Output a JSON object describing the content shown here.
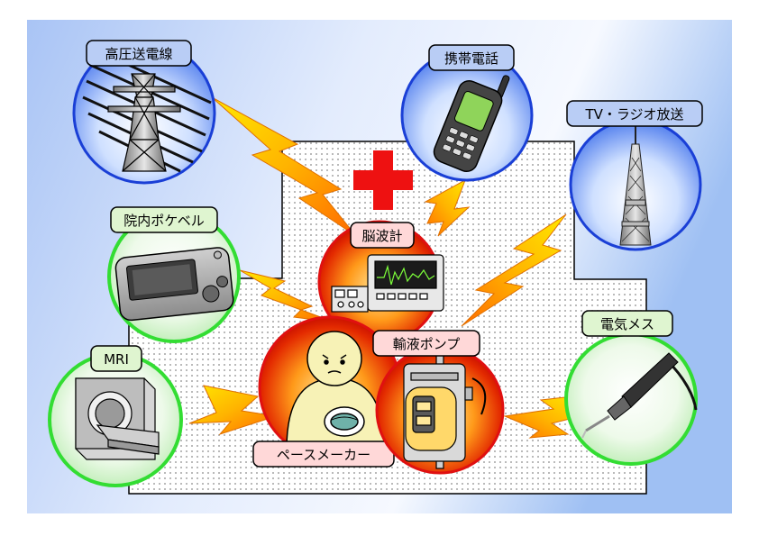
{
  "labels": {
    "power_lines": "高圧送電線",
    "mobile_phone": "携帯電話",
    "tv_radio": "TV・ラジオ放送",
    "pager": "院内ポケベル",
    "eeg": "脳波計",
    "infusion_pump": "輸液ポンプ",
    "electrocautery": "電気メス",
    "mri": "MRI",
    "pacemaker": "ペースメーカー"
  },
  "colors": {
    "source_circle_blue": "#1a3fd6",
    "source_circle_green": "#33dd33",
    "device_circle_red": "#e01010",
    "label_box_blue": "#b9cdf5",
    "label_box_green": "#dff5d0",
    "label_box_pink": "#ffd8d8",
    "cross_red": "#ee1111",
    "bolt_yellow": "#ffd000",
    "bolt_orange": "#ff7a00"
  }
}
